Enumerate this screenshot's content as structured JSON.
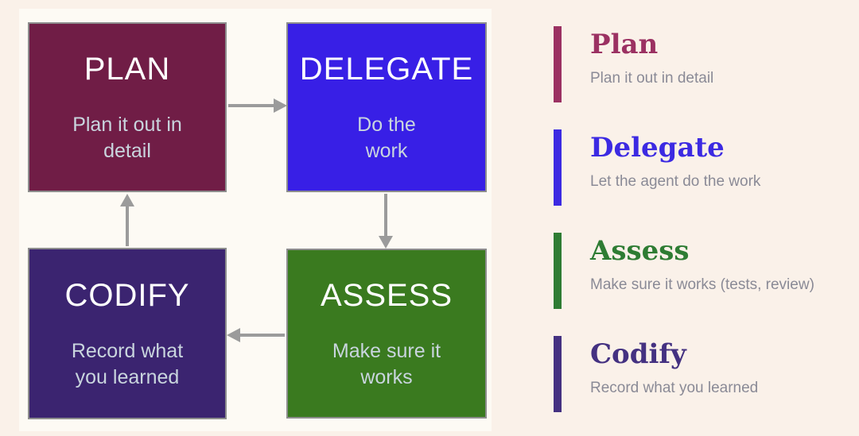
{
  "colors": {
    "page_bg": "#faf1e9",
    "panel_bg": "#fdfaf4",
    "arrow": "#9b9b9b",
    "box_border": "#8d8d8d",
    "box_title": "#ffffff",
    "box_subtitle": "#c9d5de",
    "legend_desc": "#8a8a96"
  },
  "diagram": {
    "boxes": [
      {
        "id": "plan",
        "title": "PLAN",
        "subtitle": "Plan it out in\ndetail",
        "color": "#701d46"
      },
      {
        "id": "delegate",
        "title": "DELEGATE",
        "subtitle": "Do the\nwork",
        "color": "#381fe6"
      },
      {
        "id": "assess",
        "title": "ASSESS",
        "subtitle": "Make sure it\nworks",
        "color": "#3a7a1f"
      },
      {
        "id": "codify",
        "title": "CODIFY",
        "subtitle": "Record what\nyou learned",
        "color": "#3b2470"
      }
    ],
    "arrows": [
      {
        "from": "PLAN",
        "to": "DELEGATE",
        "direction": "right"
      },
      {
        "from": "DELEGATE",
        "to": "ASSESS",
        "direction": "down"
      },
      {
        "from": "ASSESS",
        "to": "CODIFY",
        "direction": "left"
      },
      {
        "from": "CODIFY",
        "to": "PLAN",
        "direction": "up"
      }
    ]
  },
  "legend": {
    "items": [
      {
        "title": "Plan",
        "description": "Plan it out in detail",
        "color": "#9b3162"
      },
      {
        "title": "Delegate",
        "description": "Let the agent do the work",
        "color": "#3c2ae2"
      },
      {
        "title": "Assess",
        "description": "Make sure it works (tests, review)",
        "color": "#2e7c33"
      },
      {
        "title": "Codify",
        "description": "Record what you learned",
        "color": "#443181"
      }
    ]
  }
}
